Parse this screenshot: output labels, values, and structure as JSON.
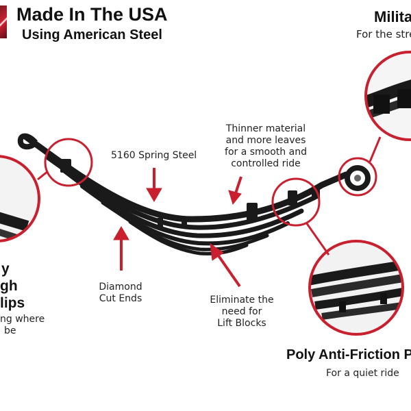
{
  "header": {
    "title": "Made In The USA",
    "subtitle": "Using American Steel"
  },
  "callouts": {
    "top_right_title": "Militar",
    "top_right_sub": "For the stre",
    "thinner": [
      "Thinner material",
      "and more leaves",
      "for a smooth and",
      "controlled ride"
    ],
    "steel": "5160 Spring Steel",
    "diamond": [
      "Diamond",
      "Cut Ends"
    ],
    "eliminate": [
      "Eliminate the",
      "need for",
      "Lift Blocks"
    ],
    "left_title": [
      "y",
      "gh",
      "lips"
    ],
    "left_sub": [
      "ng where",
      "be"
    ],
    "poly_title": "Poly  Anti-Friction P",
    "poly_sub": "For a quiet ride"
  },
  "colors": {
    "accent": "#c8202f",
    "text": "#111111",
    "spring": "#1a1a1a"
  }
}
